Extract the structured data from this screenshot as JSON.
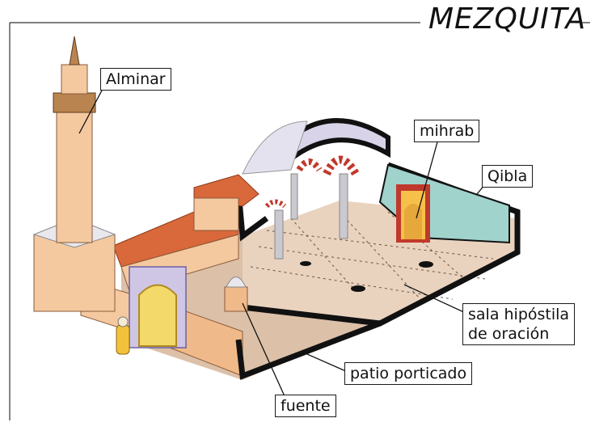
{
  "title": "MEZQUITA",
  "labels": {
    "alminar": "Alminar",
    "mihrab": "mihrab",
    "qibla": "Qibla",
    "sala_line1": "sala hipóstila",
    "sala_line2": "de oración",
    "patio": "patio porticado",
    "fuente": "fuente"
  },
  "colors": {
    "minaret": "#f5c9a0",
    "roof": "#d9683a",
    "prayer_wall": "#9fd3cc",
    "floor": "#e9d3bf",
    "wall_black": "#111111",
    "arch_red": "#c0392b"
  }
}
